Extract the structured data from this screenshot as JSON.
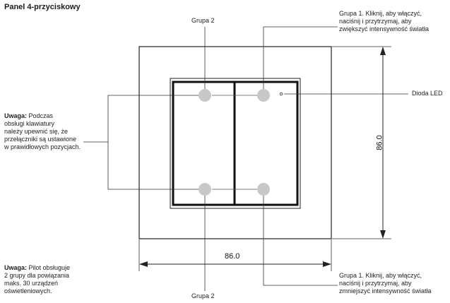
{
  "title": "Panel 4-przyciskowy",
  "labels": {
    "group2_top": "Grupa 2",
    "group2_bottom": "Grupa 2",
    "group1_top": [
      "Grupa 1. Kliknij, aby włączyć,",
      "naciśnij i przytrzymaj, aby",
      "zwiększyć intensywność światła"
    ],
    "group1_bottom": [
      "Grupa 1. Kliknij, aby włączyć,",
      "naciśnij i przytrzymaj, aby",
      "zmniejszyć intensywność światła"
    ],
    "led": "Dioda LED"
  },
  "note1": {
    "bold": "Uwaga:",
    "first_rest": " Podczas",
    "lines": [
      "obsługi klawiatury",
      "należy upewnić się, że",
      "przełączniki są ustawione",
      "w prawidłowych pozycjach."
    ]
  },
  "note2": {
    "bold": "Uwaga:",
    "first_rest": " Pilot obsługuje",
    "lines": [
      "2 grupy dla powiązania",
      "maks. 30 urządzeń",
      "oświetleniowych."
    ]
  },
  "dimensions": {
    "width": "86.0",
    "height": "86.0"
  },
  "colors": {
    "outline": "#222222",
    "button_dot": "#c8c8c8",
    "leader": "#333333"
  }
}
